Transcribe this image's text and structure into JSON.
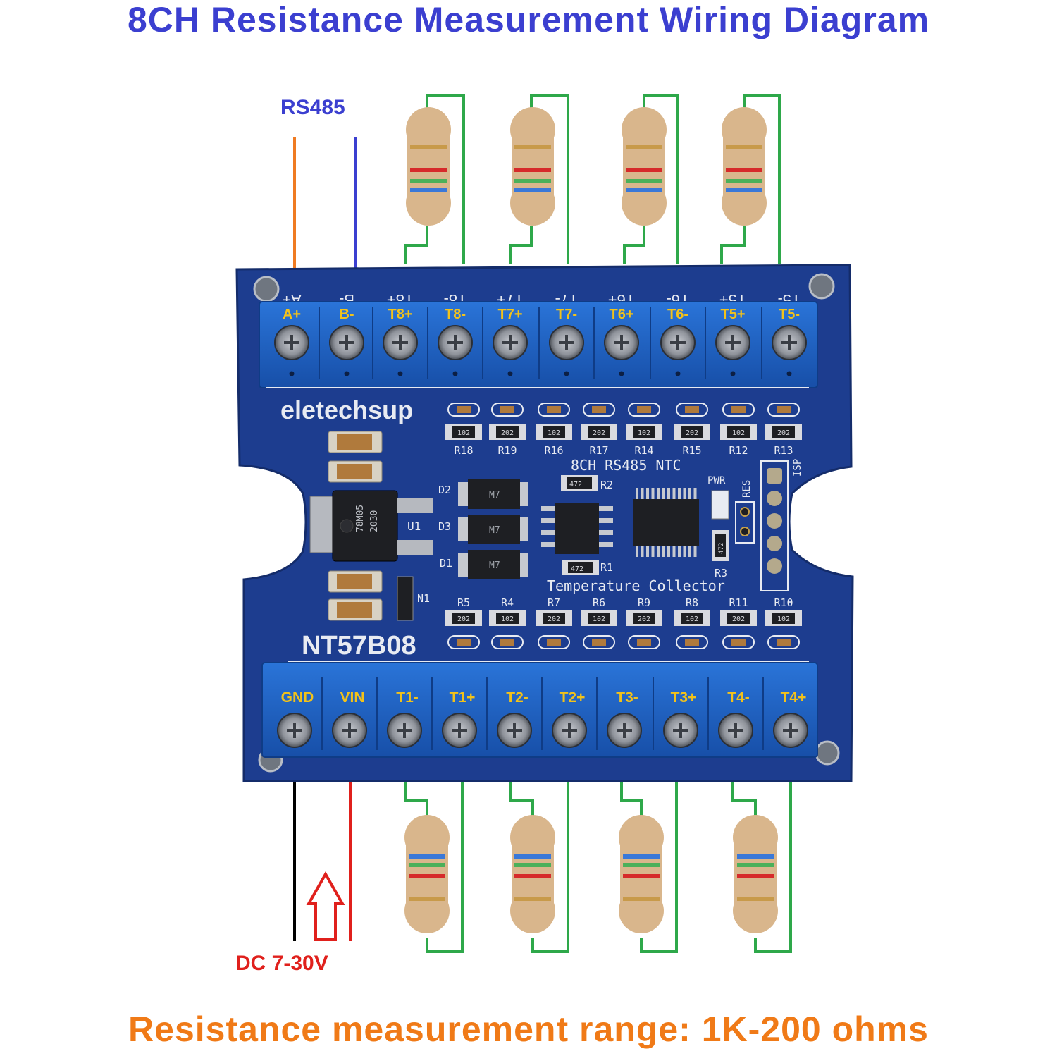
{
  "title": "8CH Resistance Measurement Wiring Diagram",
  "footer": "Resistance measurement range: 1K-200 ohms",
  "labels": {
    "rs485": "RS485",
    "dc_power": "DC 7-30V"
  },
  "board": {
    "brand": "eletechsup",
    "model": "NT57B08",
    "title_line1": "8CH RS485 NTC",
    "title_line2": "Temperature Collector",
    "top_terminals": [
      "A+",
      "B-",
      "T8+",
      "T8-",
      "T7+",
      "T7-",
      "T6+",
      "T6-",
      "T5+",
      "T5-"
    ],
    "top_silk_mirrored": [
      "A+",
      "B-",
      "T8+",
      "T8-",
      "T7+",
      "T7-",
      "T6+",
      "T6-",
      "T5+",
      "T5-"
    ],
    "bottom_terminals": [
      "GND",
      "VIN",
      "T1-",
      "T1+",
      "T2-",
      "T2+",
      "T3-",
      "T3+",
      "T4-",
      "T4+"
    ],
    "top_resistors": [
      "R18",
      "R19",
      "R16",
      "R17",
      "R14",
      "R15",
      "R12",
      "R13"
    ],
    "top_resistor_codes": [
      "102",
      "202",
      "102",
      "202",
      "102",
      "202",
      "102",
      "202"
    ],
    "bottom_resistors": [
      "R5",
      "R4",
      "R7",
      "R6",
      "R9",
      "R8",
      "R11",
      "R10"
    ],
    "bottom_resistor_codes": [
      "202",
      "102",
      "202",
      "102",
      "202",
      "102",
      "202",
      "102"
    ],
    "components": {
      "u1": "U1",
      "u1_marking_1": "78M05",
      "u1_marking_2": "2030",
      "d1": "D1",
      "d2": "D2",
      "d3": "D3",
      "n1": "N1",
      "r1": "R1",
      "r2": "R2",
      "r3": "R3",
      "r1_code": "472",
      "r2_code": "472",
      "r3_code": "472",
      "pwr": "PWR",
      "res": "RES",
      "isp": "ISP",
      "diode_marking": "M7"
    }
  },
  "colors": {
    "title_blue": "#3b3fd0",
    "footer_orange": "#f07a17",
    "pcb_blue": "#1d3d8f",
    "terminal_blue": "#1f63c8",
    "silk_yellow": "#f2c21a",
    "wire_green": "#2ea84a",
    "wire_orange": "#ef7b22",
    "wire_blue": "#3b3fd0",
    "wire_black": "#000000",
    "wire_red": "#e0201c",
    "resistor_body": "#d9b68c"
  }
}
